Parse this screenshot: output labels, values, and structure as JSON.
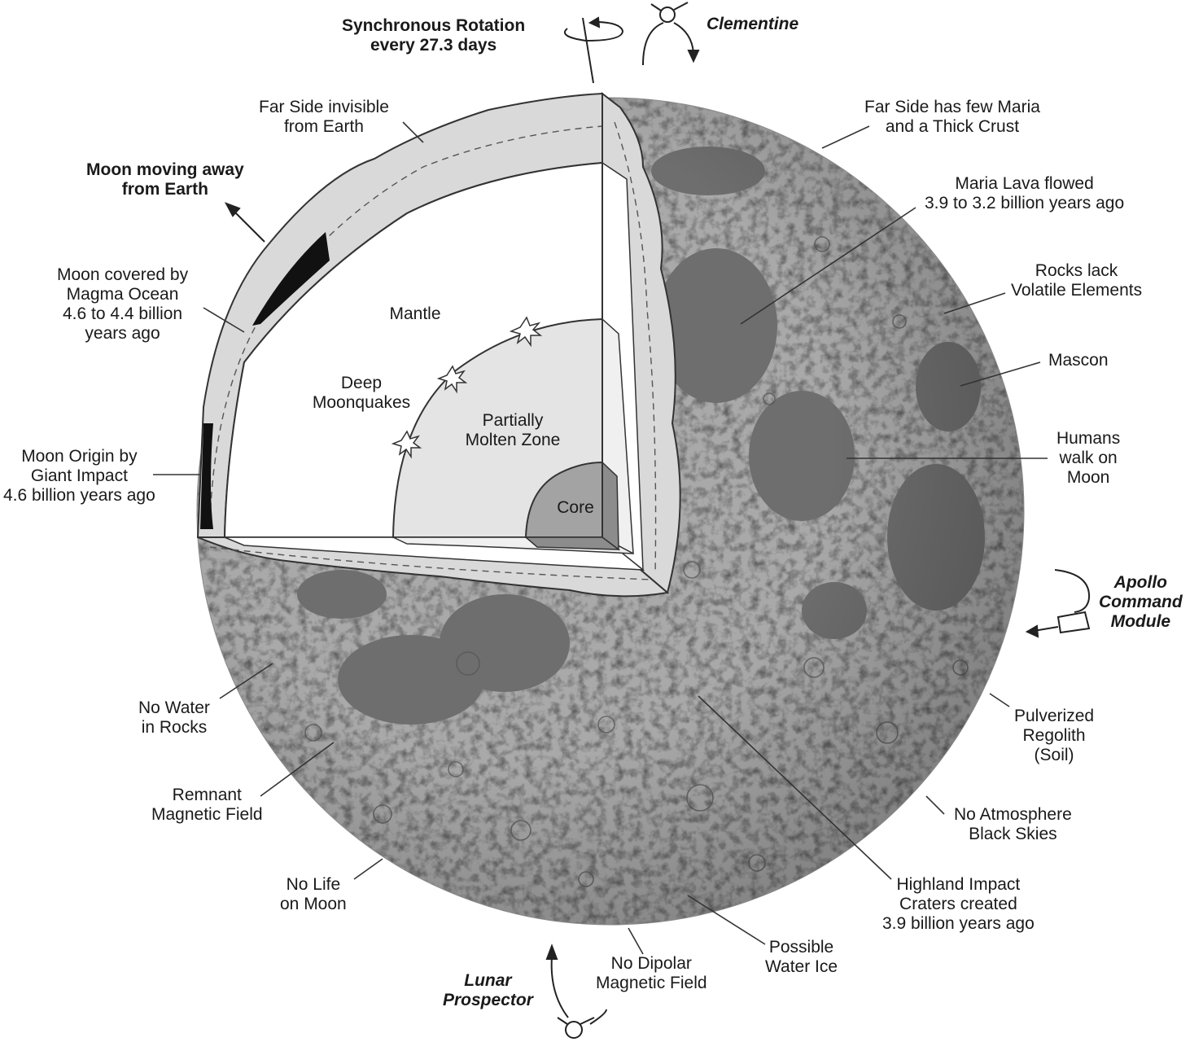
{
  "top": {
    "rotation": [
      "Synchronous Rotation",
      "every 27.3 days"
    ],
    "clementine": "Clementine"
  },
  "labels": {
    "far_side_invisible": [
      "Far Side invisible",
      "from Earth"
    ],
    "moving_away": [
      "Moon moving away",
      "from Earth"
    ],
    "magma_ocean": [
      "Moon covered by",
      "Magma Ocean",
      "4.6 to 4.4 billion",
      "years ago"
    ],
    "giant_impact": [
      "Moon Origin by",
      "Giant Impact",
      "4.6 billion years ago"
    ],
    "far_side_maria": [
      "Far Side has few Maria",
      "and a Thick Crust"
    ],
    "maria_lava": [
      "Maria Lava flowed",
      "3.9 to 3.2 billion years ago"
    ],
    "volatile": [
      "Rocks lack",
      "Volatile Elements"
    ],
    "mascon": [
      "Mascon"
    ],
    "humans": [
      "Humans",
      "walk on",
      "Moon"
    ],
    "apollo": [
      "Apollo",
      "Command",
      "Module"
    ],
    "regolith": [
      "Pulverized",
      "Regolith",
      "(Soil)"
    ],
    "atmosphere": [
      "No Atmosphere",
      "Black Skies"
    ],
    "highland": [
      "Highland Impact",
      "Craters created",
      "3.9 billion years ago"
    ],
    "water_ice": [
      "Possible",
      "Water Ice"
    ],
    "dipolar": [
      "No Dipolar",
      "Magnetic Field"
    ],
    "prospector": [
      "Lunar",
      "Prospector"
    ],
    "no_life": [
      "No Life",
      "on Moon"
    ],
    "remnant": [
      "Remnant",
      "Magnetic Field"
    ],
    "no_water": [
      "No Water",
      "in Rocks"
    ]
  },
  "interior": {
    "mantle": "Mantle",
    "moonquakes": [
      "Deep",
      "Moonquakes"
    ],
    "molten": [
      "Partially",
      "Molten Zone"
    ],
    "core": "Core"
  },
  "colors": {
    "surface": "#a9a9a9",
    "maria": "#6e6e6e",
    "crust": "#d9d9d9",
    "mantle": "#ffffff",
    "molten": "#e4e4e4",
    "core": "#a3a3a3",
    "outline": "#333333",
    "leader": "#333333"
  }
}
